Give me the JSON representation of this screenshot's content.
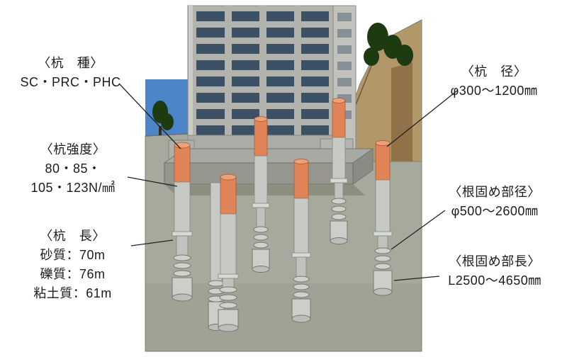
{
  "labels": {
    "pile_type": {
      "title": "〈杭　種〉",
      "value": "SC・PRC・PHC"
    },
    "pile_strength": {
      "title": "〈杭強度〉",
      "line1": "80・85・",
      "line2": "105・123N/㎟"
    },
    "pile_length": {
      "title": "〈杭　長〉",
      "lines": [
        "砂質：70m",
        "礫質：76m",
        "粘土質：61m"
      ]
    },
    "pile_diameter": {
      "title": "〈杭　径〉",
      "value": "φ300〜1200㎜"
    },
    "root_diameter": {
      "title": "〈根固め部径〉",
      "value": "φ500〜2600㎜"
    },
    "root_length": {
      "title": "〈根固め部長〉",
      "value": "L2500〜4650㎜"
    }
  },
  "colors": {
    "pile_orange": "#e08457",
    "pile_grey": "#c6c9c4",
    "ground": "#a6aa9c",
    "building": "#b3b3ad",
    "window": "#3d5166",
    "tree": "#1d3a10",
    "sky_blue": "#4c86c8",
    "hill": "#b29768"
  }
}
